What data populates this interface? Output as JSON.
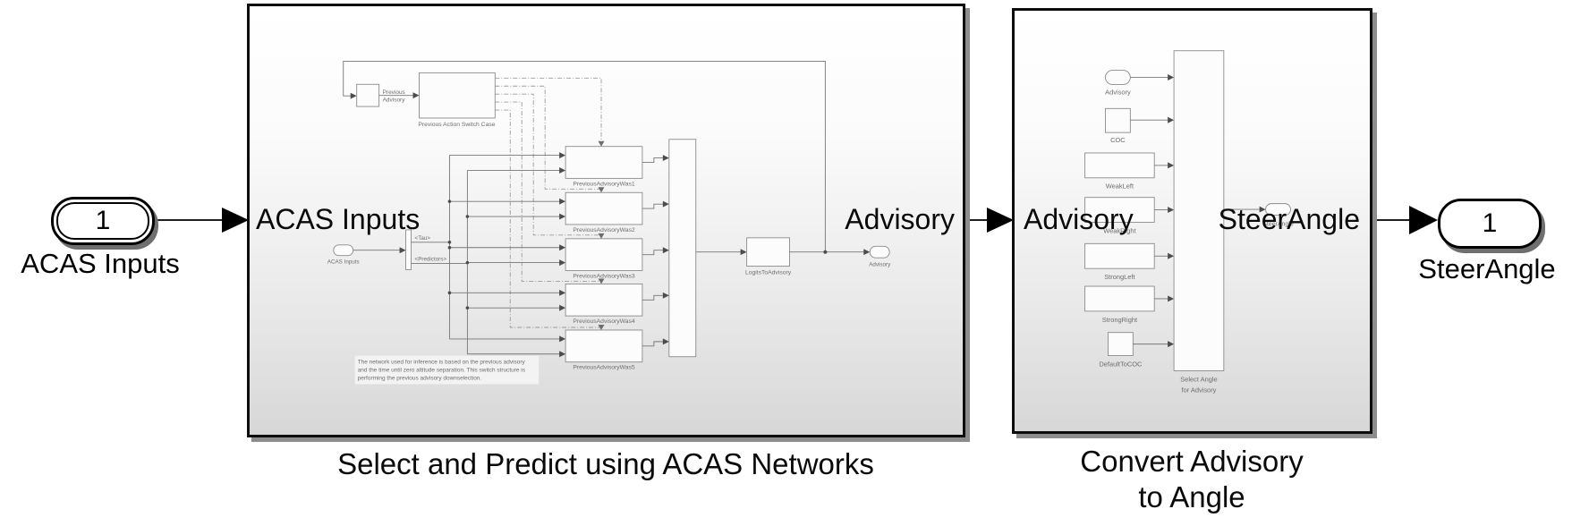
{
  "inport": {
    "number": "1",
    "label": "ACAS Inputs"
  },
  "outport": {
    "number": "1",
    "label": "SteerAngle"
  },
  "sub1": {
    "caption": "Select and Predict using ACAS Networks",
    "port_in": "ACAS Inputs",
    "port_out": "Advisory",
    "prev_line1": "Previous",
    "prev_line2": "Advisory",
    "switch_case": "Previous Action Switch Case",
    "in_oval": "ACAS Inputs",
    "bus_tau": "<Tau>",
    "bus_predictors": "<Predictors>",
    "networks": [
      "PreviousAdvisoryWas1",
      "PreviousAdvisoryWas2",
      "PreviousAdvisoryWas3",
      "PreviousAdvisoryWas4",
      "PreviousAdvisoryWas5"
    ],
    "logits": "LogitsToAdvisory",
    "out_oval": "Advisory",
    "annotation": [
      "The network used for inference is based on the previous advisory",
      "and the time until zero altitude separation. This switch structure is",
      "performing the previous advisory downselection."
    ]
  },
  "sub2": {
    "caption_line1": "Convert Advisory",
    "caption_line2": "to Angle",
    "port_in": "Advisory",
    "port_out": "SteerAngle",
    "items": [
      "Advisory",
      "COC",
      "WeakLeft",
      "WeakRight",
      "StrongLeft",
      "StrongRight",
      "DefaultToCOC"
    ],
    "select_line1": "Select Angle",
    "select_line2": "for Advisory",
    "out_oval": "SteerAngle"
  },
  "colors": {
    "background": "#ffffff",
    "box_border": "#000000",
    "box_fill_top": "#ffffff",
    "box_fill_bottom": "#d7d7d7",
    "preview_stroke": "#8a8a8a",
    "wire": "#000000"
  }
}
